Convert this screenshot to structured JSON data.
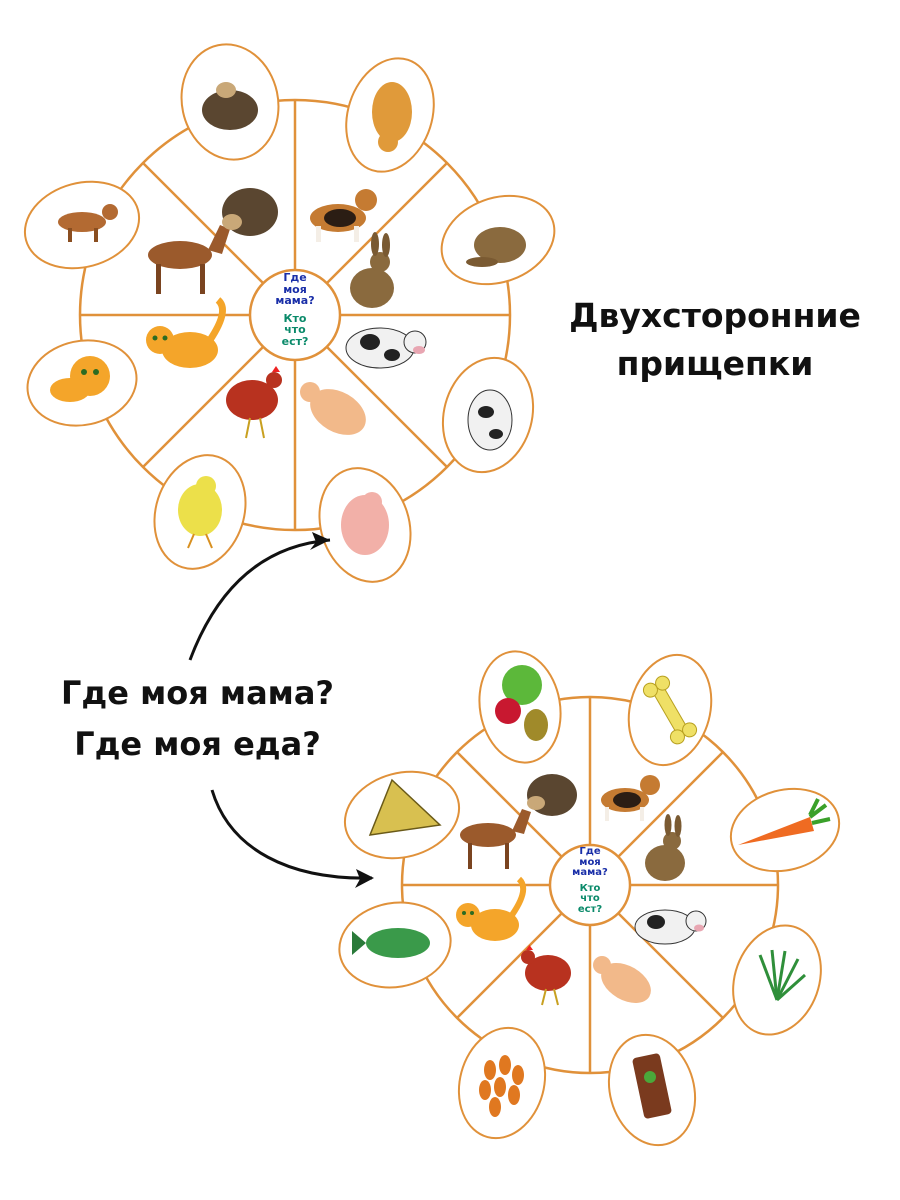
{
  "caption_right": {
    "line1": "Двухсторонние",
    "line2": "прищепки"
  },
  "caption_left": {
    "line1": "Где моя мама?",
    "line2": "Где моя еда?"
  },
  "wheel_top": {
    "hub": {
      "line1": "Где",
      "line2": "моя",
      "line3": "мама?",
      "line4": "Кто",
      "line5": "что",
      "line6": "ест?"
    },
    "sectors": [
      "dog",
      "rabbit",
      "cow",
      "pig",
      "hen",
      "cat",
      "horse",
      "hedgehog"
    ],
    "clips": [
      "puppy",
      "bunny",
      "calf",
      "piglet",
      "chick",
      "kitten",
      "foal",
      "baby-hedgehog"
    ]
  },
  "wheel_bottom": {
    "hub": {
      "line1": "Где",
      "line2": "моя",
      "line3": "мама?",
      "line4": "Кто",
      "line5": "что",
      "line6": "ест?"
    },
    "sectors": [
      "dog",
      "rabbit",
      "cow",
      "pig",
      "hen",
      "cat",
      "horse",
      "hedgehog"
    ],
    "clips": [
      "bone",
      "carrot",
      "grass",
      "food-box",
      "grain",
      "fish",
      "hay",
      "apple-berry"
    ]
  },
  "colors": {
    "wheel_border": "#e0913a",
    "clip_border": "#e0913a"
  }
}
